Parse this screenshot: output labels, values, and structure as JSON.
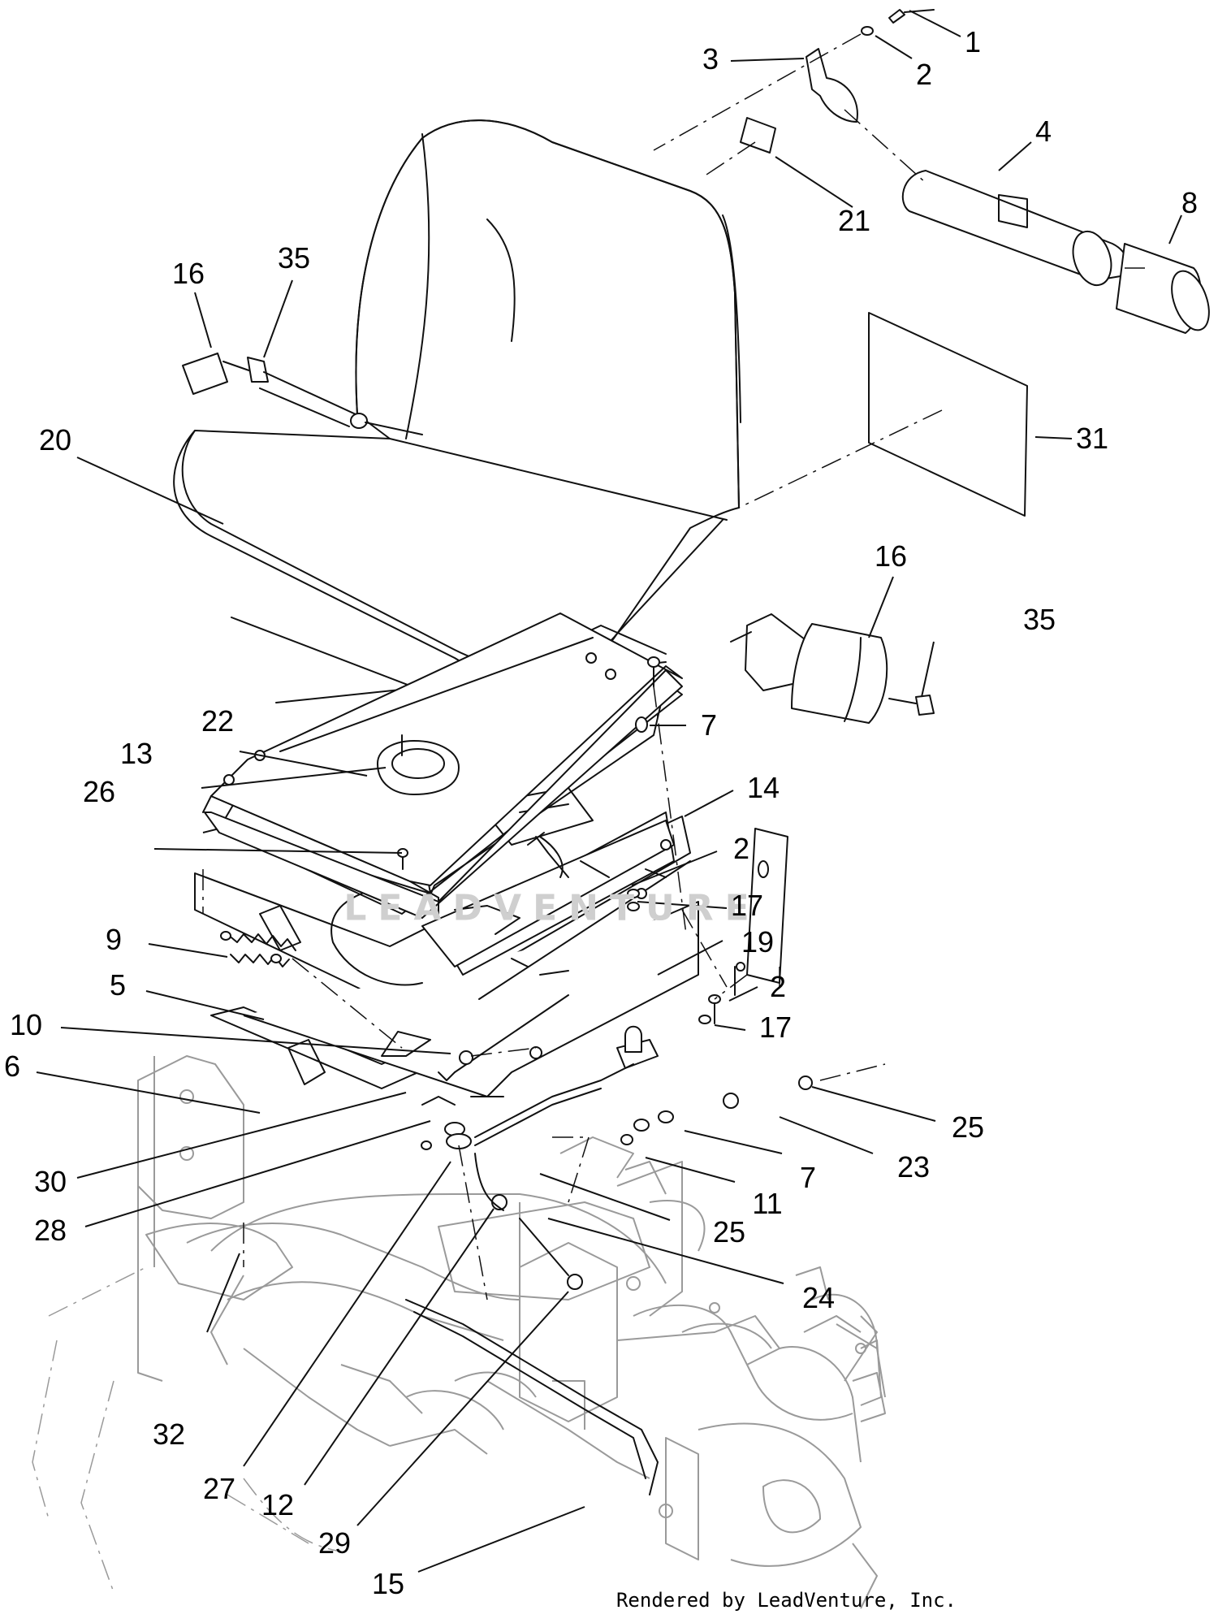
{
  "callouts": [
    "1",
    "2",
    "3",
    "4",
    "8",
    "21",
    "16",
    "35",
    "20",
    "31",
    "16",
    "35",
    "7",
    "22",
    "13",
    "14",
    "26",
    "2",
    "17",
    "9",
    "19",
    "5",
    "2",
    "17",
    "10",
    "6",
    "25",
    "30",
    "7",
    "23",
    "28",
    "11",
    "25",
    "24",
    "32",
    "27",
    "12",
    "29",
    "15"
  ],
  "watermark": "LEADVENTURE",
  "credit": "Rendered by LeadVenture, Inc."
}
